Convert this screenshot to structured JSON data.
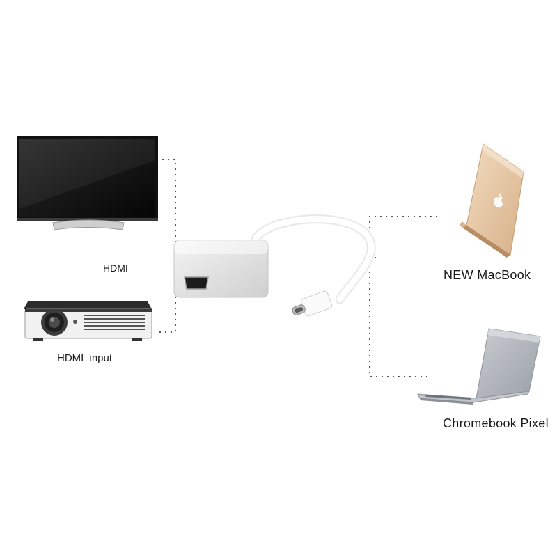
{
  "labels": {
    "hdmi": "HDMI",
    "hdmi_input": "HDMI  input",
    "new_macbook": "NEW MacBook",
    "chromebook_pixel": "Chromebook Pixel"
  },
  "icons": {
    "tv": "television-icon",
    "projector": "projector-icon",
    "adapter": "usb-c-to-hdmi-adapter",
    "macbook": "laptop-gold-icon",
    "chromebook": "laptop-silver-icon"
  },
  "colors": {
    "connector_line": "#555555",
    "adapter_body": "#e6e6e6",
    "macbook_gold": "#e7c9a5",
    "chromebook_silver": "#b9bec4"
  }
}
